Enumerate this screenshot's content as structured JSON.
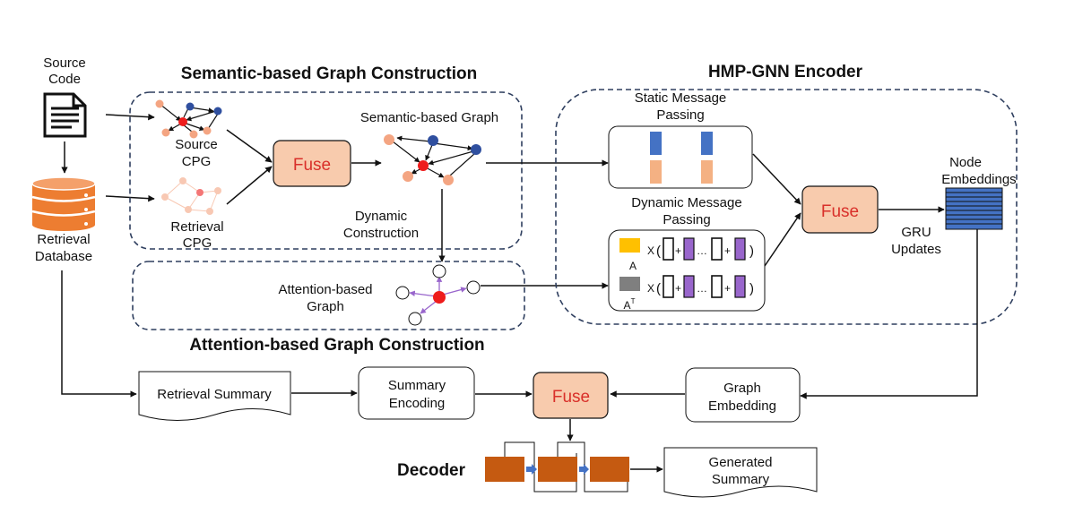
{
  "source_code": {
    "line1": "Source",
    "line2": "Code"
  },
  "retrieval_database": {
    "line1": "Retrieval",
    "line2": "Database"
  },
  "semantic_section": {
    "title": "Semantic-based Graph Construction",
    "source_cpg": {
      "line1": "Source",
      "line2": "CPG"
    },
    "retrieval_cpg": {
      "line1": "Retrieval",
      "line2": "CPG"
    },
    "fuse": "Fuse",
    "semantic_graph": "Semantic-based Graph",
    "dynamic_construction": {
      "line1": "Dynamic",
      "line2": "Construction"
    }
  },
  "attention_section": {
    "title": "Attention-based Graph Construction",
    "graph_label": {
      "line1": "Attention-based",
      "line2": "Graph"
    }
  },
  "encoder": {
    "title": "HMP-GNN Encoder",
    "static": {
      "line1": "Static Message",
      "line2": "Passing"
    },
    "dynamic": {
      "line1": "Dynamic Message",
      "line2": "Passing"
    },
    "fuse": "Fuse",
    "node_embeddings": {
      "line1": "Node",
      "line2": "Embeddings"
    },
    "gru": {
      "line1": "GRU",
      "line2": "Updates"
    },
    "matrix_a": "A",
    "matrix_at": "A",
    "matrix_at_sup": "T",
    "x": "X",
    "paren_open": "(",
    "paren_close": ")",
    "plus": "+",
    "dots": "…"
  },
  "bottom": {
    "retrieval_summary": "Retrieval  Summary",
    "summary_encoding": {
      "line1": "Summary",
      "line2": "Encoding"
    },
    "fuse": "Fuse",
    "graph_embedding": {
      "line1": "Graph",
      "line2": "Embedding"
    },
    "decoder": "Decoder",
    "generated_summary": {
      "line1": "Generated",
      "line2": "Summary"
    }
  },
  "colors": {
    "dashed_border": "#2f3f5f",
    "fuse_fill": "#f8cbad",
    "fuse_text": "#d9302a",
    "node_blue": "#2f4f9f",
    "node_orange": "#f4a582",
    "node_red": "#ee1c1c",
    "database": "#ed7d31",
    "decoder_block": "#c55a11",
    "bar_blue": "#4472c4",
    "bar_orange": "#f4b183",
    "matrix_yellow": "#ffc000",
    "matrix_gray": "#7f7f7f",
    "vector_purple": "#9966cc",
    "attention_edge": "#9966cc",
    "embedding_blue": "#4472c4"
  },
  "icons": {
    "source_code": "document-icon",
    "retrieval_database": "database-icon"
  }
}
